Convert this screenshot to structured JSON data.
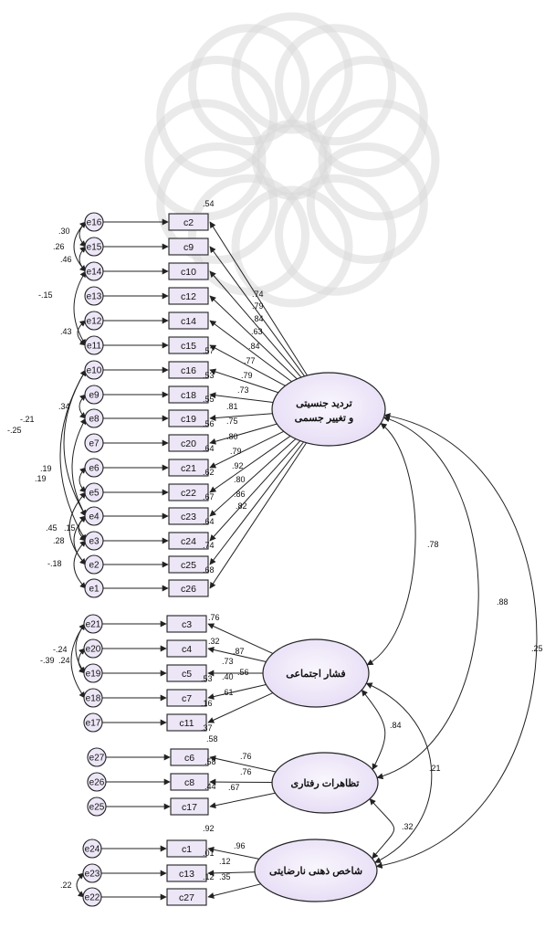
{
  "colors": {
    "node_fill": "#ece6f6",
    "factor_fill_edge": "#eee7f9",
    "factor_fill_center": "#f9f6fd",
    "stroke": "#222222",
    "watermark": "#d9d9d9"
  },
  "factors": [
    {
      "id": "F1",
      "line1": "تردید جنسیتی",
      "line2": "و تغییر جسمی"
    },
    {
      "id": "F2",
      "line1": "فشار اجتماعی",
      "line2": ""
    },
    {
      "id": "F3",
      "line1": "تظاهرات رفتاری",
      "line2": ""
    },
    {
      "id": "F4",
      "line1": "شاخص ذهنی نارضایتی",
      "line2": ""
    }
  ],
  "indicators": [
    {
      "label": "c2",
      "error": "e16",
      "factor": "F1",
      "loading": ".74",
      "r2": ".54"
    },
    {
      "label": "c9",
      "error": "e15",
      "factor": "F1",
      "loading": ".79",
      "r2": ""
    },
    {
      "label": "c10",
      "error": "e14",
      "factor": "F1",
      "loading": ".84",
      "r2": ""
    },
    {
      "label": "c12",
      "error": "e13",
      "factor": "F1",
      "loading": ".63",
      "r2": ""
    },
    {
      "label": "c14",
      "error": "e12",
      "factor": "F1",
      "loading": ".84",
      "r2": ""
    },
    {
      "label": "c15",
      "error": "e11",
      "factor": "F1",
      "loading": ".77",
      "r2": ""
    },
    {
      "label": "c16",
      "error": "e10",
      "factor": "F1",
      "loading": ".79",
      "r2": ".57"
    },
    {
      "label": "c18",
      "error": "e9",
      "factor": "F1",
      "loading": ".73",
      "r2": ".53"
    },
    {
      "label": "c19",
      "error": "e8",
      "factor": "F1",
      "loading": ".81",
      "r2": ".55"
    },
    {
      "label": "c20",
      "error": "e7",
      "factor": "F1",
      "loading": ".75",
      "r2": ".56"
    },
    {
      "label": "c21",
      "error": "e6",
      "factor": "F1",
      "loading": ".80",
      "r2": ".64"
    },
    {
      "label": "c22",
      "error": "e5",
      "factor": "F1",
      "loading": ".79",
      "r2": ".62"
    },
    {
      "label": "c23",
      "error": "e4",
      "factor": "F1",
      "loading": ".92",
      "r2": ".67"
    },
    {
      "label": "c24",
      "error": "e3",
      "factor": "F1",
      "loading": ".80",
      "r2": ".64"
    },
    {
      "label": "c25",
      "error": "e2",
      "factor": "F1",
      "loading": ".86",
      "r2": ".74"
    },
    {
      "label": "c26",
      "error": "e1",
      "factor": "F1",
      "loading": ".82",
      "r2": ".68"
    },
    {
      "label": "c3",
      "error": "e21",
      "factor": "F2",
      "loading": ".87",
      "r2": ".76"
    },
    {
      "label": "c4",
      "error": "e20",
      "factor": "F2",
      "loading": ".56",
      "r2": ".32"
    },
    {
      "label": "c5",
      "error": "e19",
      "factor": "F2",
      "loading": ".73",
      "r2": ".53"
    },
    {
      "label": "c7",
      "error": "e18",
      "factor": "F2",
      "loading": ".40",
      "r2": ".16"
    },
    {
      "label": "c11",
      "error": "e17",
      "factor": "F2",
      "loading": ".61",
      "r2": ".37"
    },
    {
      "label": "c6",
      "error": "e27",
      "factor": "F3",
      "loading": ".76",
      "r2": ".58"
    },
    {
      "label": "c8",
      "error": "e26",
      "factor": "F3",
      "loading": ".76",
      "r2": ".58"
    },
    {
      "label": "c17",
      "error": "e25",
      "factor": "F3",
      "loading": ".67",
      "r2": ".44"
    },
    {
      "label": "c1",
      "error": "e24",
      "factor": "F4",
      "loading": ".96",
      "r2": ".92"
    },
    {
      "label": "c13",
      "error": "e23",
      "factor": "F4",
      "loading": ".12",
      "r2": ".01"
    },
    {
      "label": "c27",
      "error": "e22",
      "factor": "F4",
      "loading": ".35",
      "r2": ".12"
    }
  ],
  "error_covariances": [
    {
      "from": "e16",
      "to": "e15",
      "value": ".30"
    },
    {
      "from": "e15",
      "to": "e14",
      "value": ".26"
    },
    {
      "from": "e16",
      "to": "e14",
      "value": ".46"
    },
    {
      "from": "e14",
      "to": "e11",
      "value": "-.15"
    },
    {
      "from": "e12",
      "to": "e11",
      "value": ".43"
    },
    {
      "from": "e9",
      "to": "e8",
      "value": ".34"
    },
    {
      "from": "e10",
      "to": "e4",
      "value": "-.21"
    },
    {
      "from": "e10",
      "to": "e3",
      "value": "-.25"
    },
    {
      "from": "e8",
      "to": "e4",
      "value": ".19"
    },
    {
      "from": "e6",
      "to": "e5",
      "value": ".19"
    },
    {
      "from": "e5",
      "to": "e2",
      "value": ".45"
    },
    {
      "from": "e4",
      "to": "e3",
      "value": ".15"
    },
    {
      "from": "e4",
      "to": "e2",
      "value": ".28"
    },
    {
      "from": "e3",
      "to": "e1",
      "value": "-.18"
    },
    {
      "from": "e21",
      "to": "e19",
      "value": "-.24"
    },
    {
      "from": "e21",
      "to": "e18",
      "value": "-.39"
    },
    {
      "from": "e20",
      "to": "e19",
      "value": ".24"
    },
    {
      "from": "e23",
      "to": "e22",
      "value": ".22"
    }
  ],
  "factor_covariances": [
    {
      "from": "F1",
      "to": "F2",
      "value": ".78"
    },
    {
      "from": "F1",
      "to": "F3",
      "value": ".88"
    },
    {
      "from": "F1",
      "to": "F4",
      "value": ".25"
    },
    {
      "from": "F2",
      "to": "F3",
      "value": ".84"
    },
    {
      "from": "F2",
      "to": "F4",
      "value": ".21"
    },
    {
      "from": "F3",
      "to": "F4",
      "value": ".32"
    }
  ]
}
